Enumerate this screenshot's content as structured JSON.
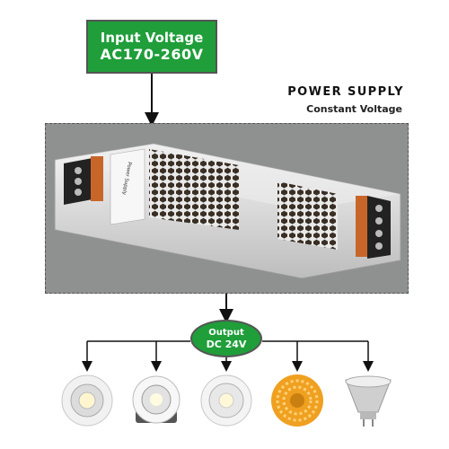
{
  "input": {
    "line1": "Input Voltage",
    "line2": "AC170-260V"
  },
  "title": "POWER SUPPLY",
  "subtitle": "Constant Voltage",
  "output": {
    "line1": "Output",
    "line2": "DC 24V"
  },
  "device_label": "Power Supply",
  "colors": {
    "green": "#1f9e3a",
    "panel": "#8f9090"
  },
  "loads": [
    "mr16-spotlight-icon",
    "downlight-icon",
    "gu10-bulb-icon",
    "led-strip-reel-icon",
    "mr16-lamp-icon"
  ]
}
